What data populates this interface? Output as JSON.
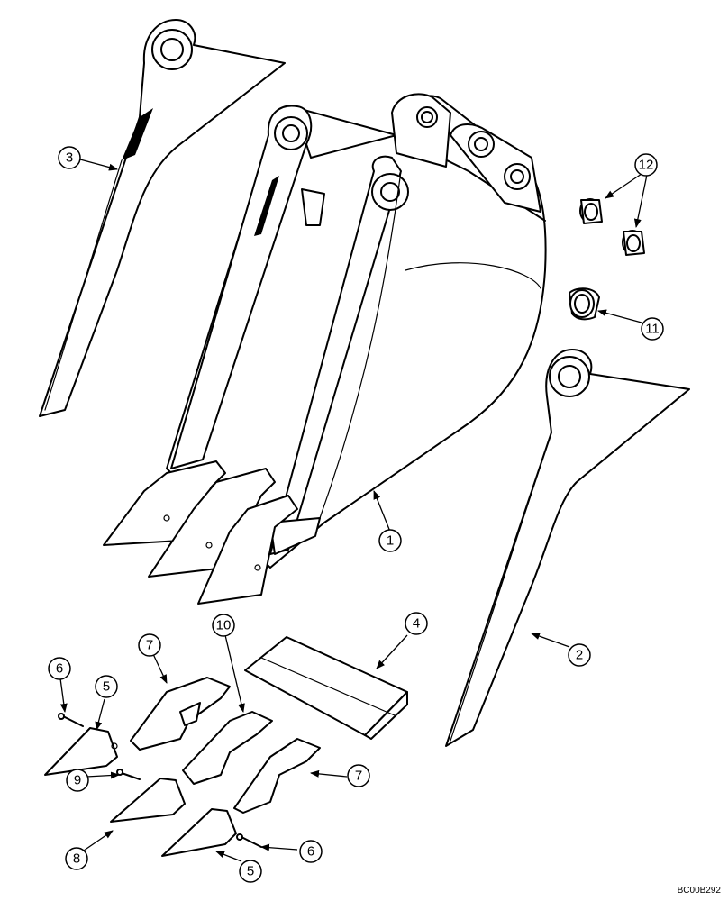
{
  "callouts": {
    "c1": "1",
    "c2": "2",
    "c3": "3",
    "c4": "4",
    "c5a": "5",
    "c5b": "5",
    "c6a": "6",
    "c6b": "6",
    "c7a": "7",
    "c7b": "7",
    "c8": "8",
    "c9": "9",
    "c10": "10",
    "c11": "11",
    "c12": "12"
  },
  "drawing_code": "BC00B292"
}
